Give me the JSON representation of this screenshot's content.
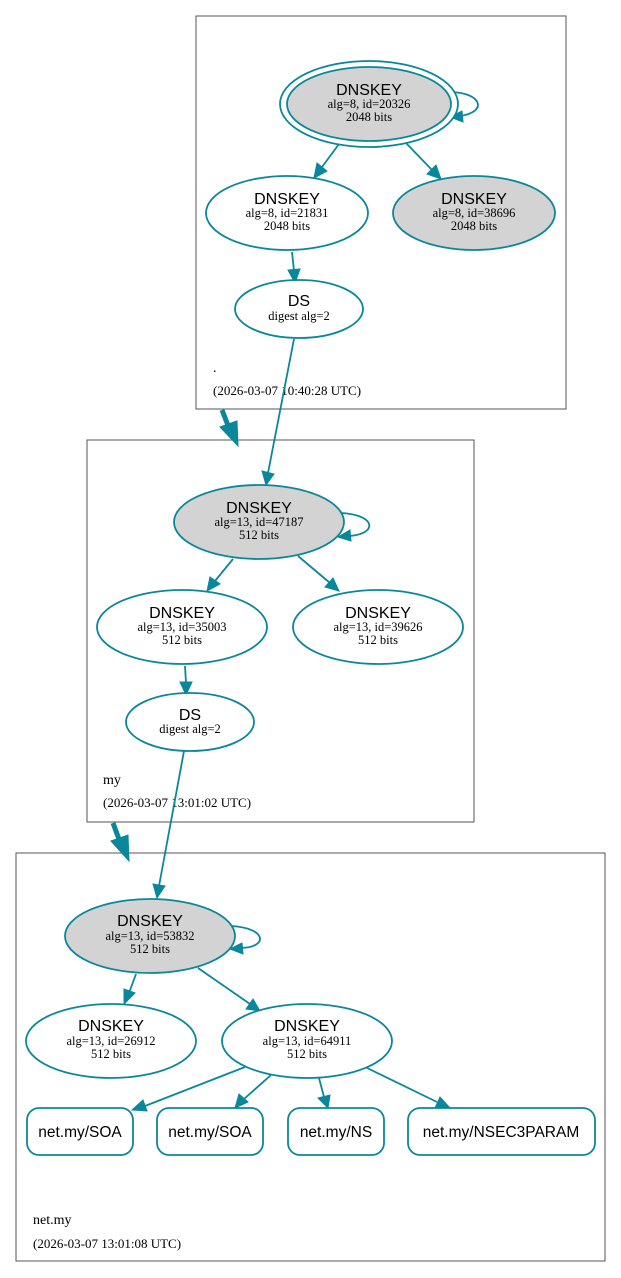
{
  "colors": {
    "edge": "#0a879a",
    "ksk_fill": "#d3d3d3",
    "zsk_fill": "#ffffff",
    "zone_border": "#555555"
  },
  "zones": {
    "root": {
      "name": ".",
      "timestamp": "(2026-03-07 10:40:28 UTC)",
      "ksk": {
        "type": "DNSKEY",
        "alg_id": "alg=8, id=20326",
        "bits": "2048 bits"
      },
      "zsk": {
        "type": "DNSKEY",
        "alg_id": "alg=8, id=21831",
        "bits": "2048 bits"
      },
      "key3": {
        "type": "DNSKEY",
        "alg_id": "alg=8, id=38696",
        "bits": "2048 bits"
      },
      "ds": {
        "type": "DS",
        "digest": "digest alg=2"
      }
    },
    "my": {
      "name": "my",
      "timestamp": "(2026-03-07 13:01:02 UTC)",
      "ksk": {
        "type": "DNSKEY",
        "alg_id": "alg=13, id=47187",
        "bits": "512 bits"
      },
      "zsk": {
        "type": "DNSKEY",
        "alg_id": "alg=13, id=35003",
        "bits": "512 bits"
      },
      "key3": {
        "type": "DNSKEY",
        "alg_id": "alg=13, id=39626",
        "bits": "512 bits"
      },
      "ds": {
        "type": "DS",
        "digest": "digest alg=2"
      }
    },
    "netmy": {
      "name": "net.my",
      "timestamp": "(2026-03-07 13:01:08 UTC)",
      "ksk": {
        "type": "DNSKEY",
        "alg_id": "alg=13, id=53832",
        "bits": "512 bits"
      },
      "key2": {
        "type": "DNSKEY",
        "alg_id": "alg=13, id=26912",
        "bits": "512 bits"
      },
      "zsk": {
        "type": "DNSKEY",
        "alg_id": "alg=13, id=64911",
        "bits": "512 bits"
      },
      "rrsets": [
        "net.my/SOA",
        "net.my/SOA",
        "net.my/NS",
        "net.my/NSEC3PARAM"
      ]
    }
  }
}
